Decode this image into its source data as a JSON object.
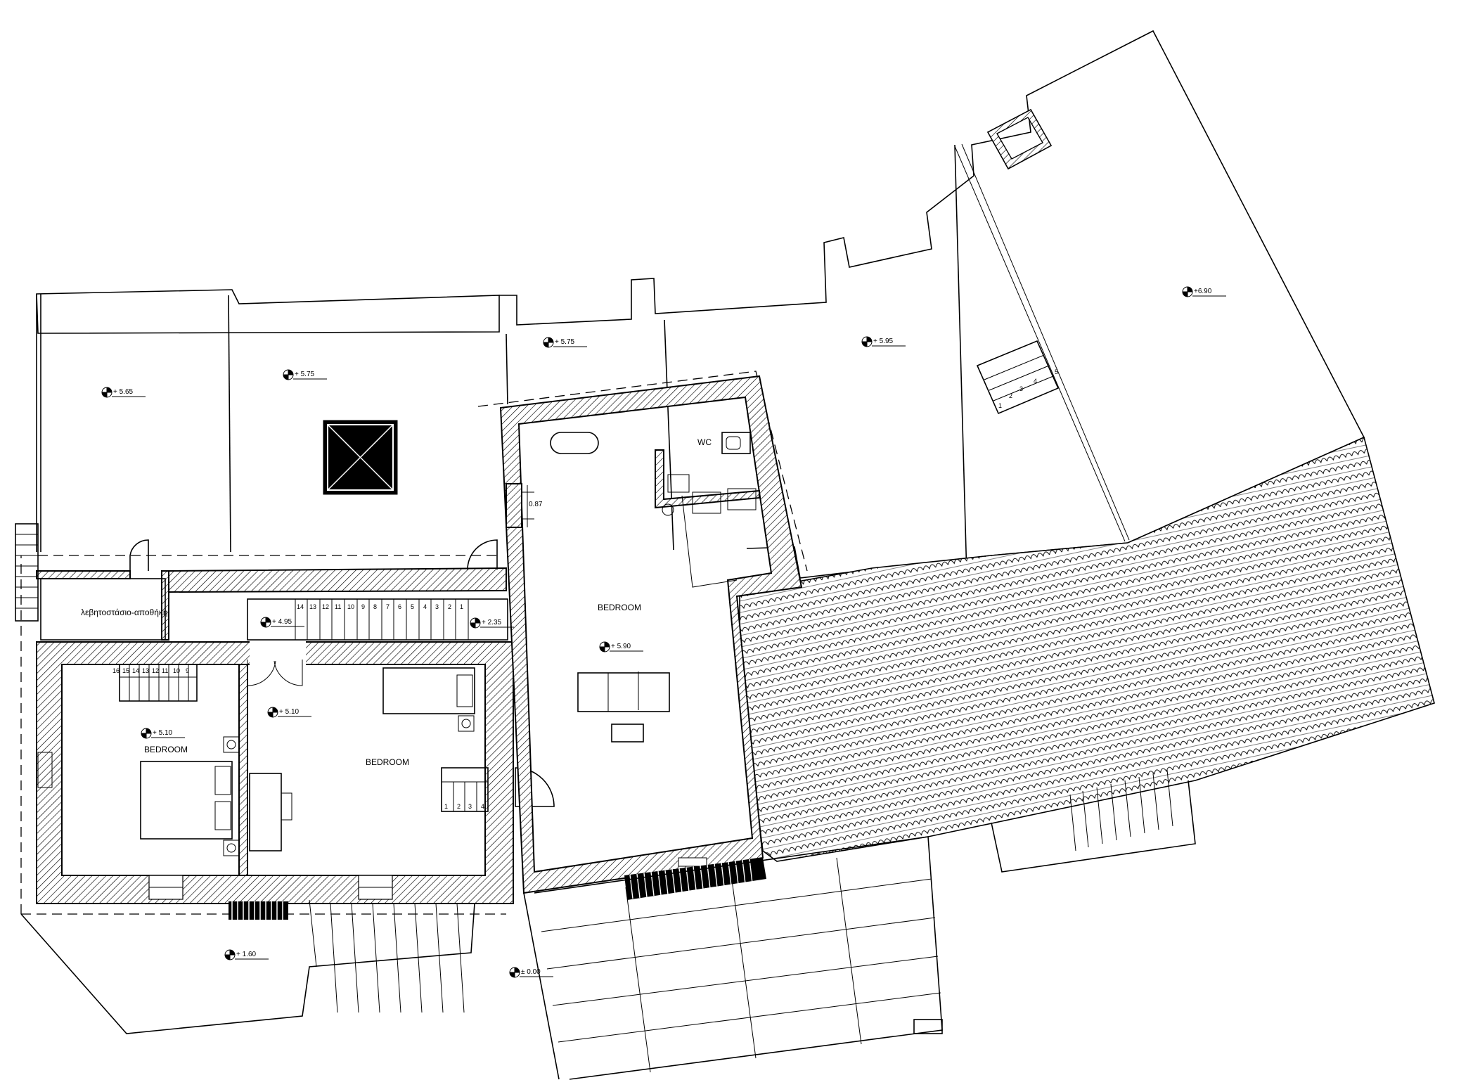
{
  "rooms": {
    "boiler_storage": "λεβητοστάσιο-αποθήκη",
    "wc": "WC",
    "bedroom_east": "BEDROOM",
    "bedroom_west": "BEDROOM",
    "bedroom_center": "BEDROOM"
  },
  "levels": {
    "roof_nw": "+ 5.65",
    "roof_n": "+ 5.75",
    "roof_n2": "+ 5.75",
    "roof_ne": "+ 5.95",
    "roof_far_ne": "+6.90",
    "landing_w": "+ 4.95",
    "landing_e": "+ 2.35",
    "bedroom_east": "+ 5.90",
    "bedroom_west": "+ 5.10",
    "bedroom_center": "+ 5.10",
    "yard_south": "+ 1.60",
    "ground": "± 0.00"
  },
  "door_width": "0.87",
  "stairs": {
    "upper_flight": [
      "14",
      "13",
      "12",
      "11",
      "10",
      "9",
      "8",
      "7",
      "6",
      "5",
      "4",
      "3",
      "2",
      "1"
    ],
    "west_flight": [
      "16",
      "15",
      "14",
      "13",
      "12",
      "11",
      "10",
      "9"
    ],
    "center_flight": [
      "1",
      "2",
      "3",
      "4"
    ],
    "ne_flight": [
      "1",
      "2",
      "3",
      "4",
      "5"
    ]
  }
}
